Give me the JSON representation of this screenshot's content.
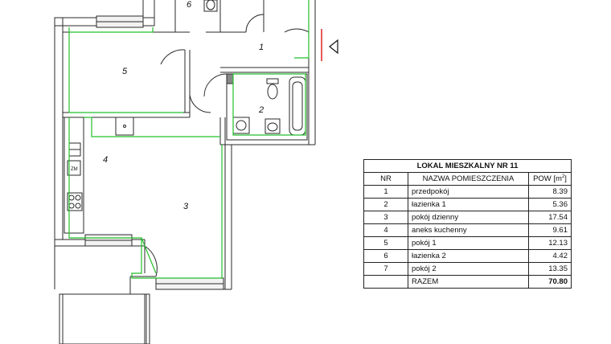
{
  "plan": {
    "room_labels": [
      "1",
      "2",
      "3",
      "4",
      "5",
      "6"
    ],
    "appliance_labels": {
      "dishwasher": "ZM"
    }
  },
  "table": {
    "title": "LOKAL MIESZKALNY NR 11",
    "headers": {
      "nr": "NR",
      "name": "NAZWA POMIESZCZENIA",
      "area": "POW [m",
      "area_sup": "2",
      "area_close": "]"
    },
    "rows": [
      {
        "nr": "1",
        "name": "przedpokój",
        "area": "8.39"
      },
      {
        "nr": "2",
        "name": "łazienka 1",
        "area": "5.36"
      },
      {
        "nr": "3",
        "name": "pokój dzienny",
        "area": "17.54"
      },
      {
        "nr": "4",
        "name": "aneks kuchenny",
        "area": "9.61"
      },
      {
        "nr": "5",
        "name": "pokój 1",
        "area": "12.13"
      },
      {
        "nr": "6",
        "name": "łazienka 2",
        "area": "4.42"
      },
      {
        "nr": "7",
        "name": "pokój 2",
        "area": "13.35"
      }
    ],
    "total": {
      "label": "RAZEM",
      "area": "70.80"
    }
  },
  "colors": {
    "wall": "#2a2a2a",
    "boundary": "#22c02a",
    "entry": "#e02020"
  }
}
